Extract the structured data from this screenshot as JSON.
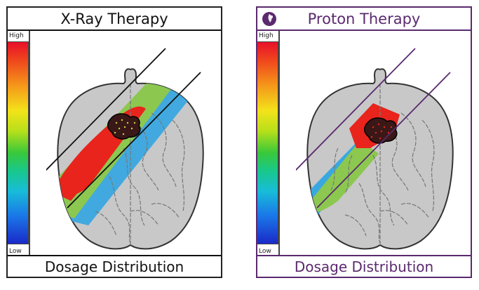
{
  "xray": {
    "title": "X-Ray Therapy",
    "footer": "Dosage Distribution",
    "scale_high": "High",
    "scale_low": "Low"
  },
  "proton": {
    "title": "Proton Therapy",
    "footer": "Dosage Distribution",
    "scale_high": "High",
    "scale_low": "Low",
    "logo": "proton-logo-icon"
  },
  "colors": {
    "border_dark": "#222222",
    "border_purple": "#5a2a6e",
    "brain_fill": "#c8c8c8",
    "dose_high": "#e8241c",
    "dose_mid": "#8cc850",
    "dose_low": "#3aa8e0",
    "tumor": "#3a1818"
  }
}
